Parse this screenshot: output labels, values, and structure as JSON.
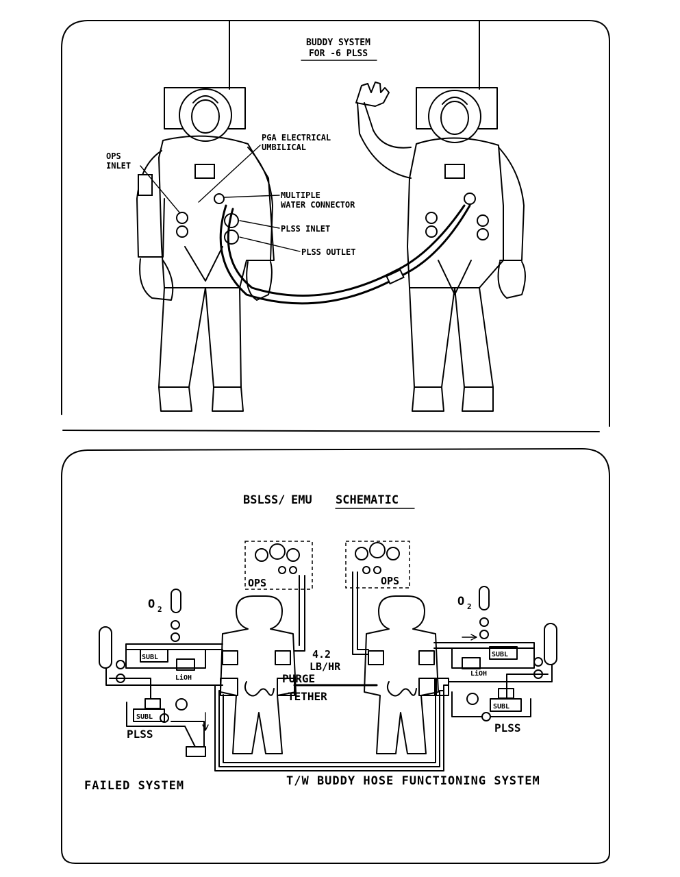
{
  "top_panel": {
    "title_line1": "BUDDY SYSTEM",
    "title_line2": "FOR -6 PLSS",
    "labels": {
      "ops_inlet_1": "OPS",
      "ops_inlet_2": "INLET",
      "pga_1": "PGA ELECTRICAL",
      "pga_2": "UMBILICAL",
      "mwc_1": "MULTIPLE",
      "mwc_2": "WATER CONNECTOR",
      "plss_inlet": "PLSS INLET",
      "plss_outlet": "PLSS OUTLET"
    }
  },
  "bottom_panel": {
    "title_part1": "BSLSS/",
    "title_part2": "EMU",
    "title_part3": "SCHEMATIC",
    "ops_left": "OPS",
    "ops_right": "OPS",
    "o2_left": "O",
    "o2_left_sub": "2",
    "o2_right": "O",
    "o2_right_sub": "2",
    "subl": "SUBL",
    "lioh": "LiOH",
    "plss": "PLSS",
    "flow_value": "4.2",
    "flow_unit": "LB/HR",
    "purge": "PURGE",
    "tether": "TETHER",
    "failed_system": "FAILED SYSTEM",
    "functioning_system": "T/W BUDDY HOSE FUNCTIONING SYSTEM"
  }
}
